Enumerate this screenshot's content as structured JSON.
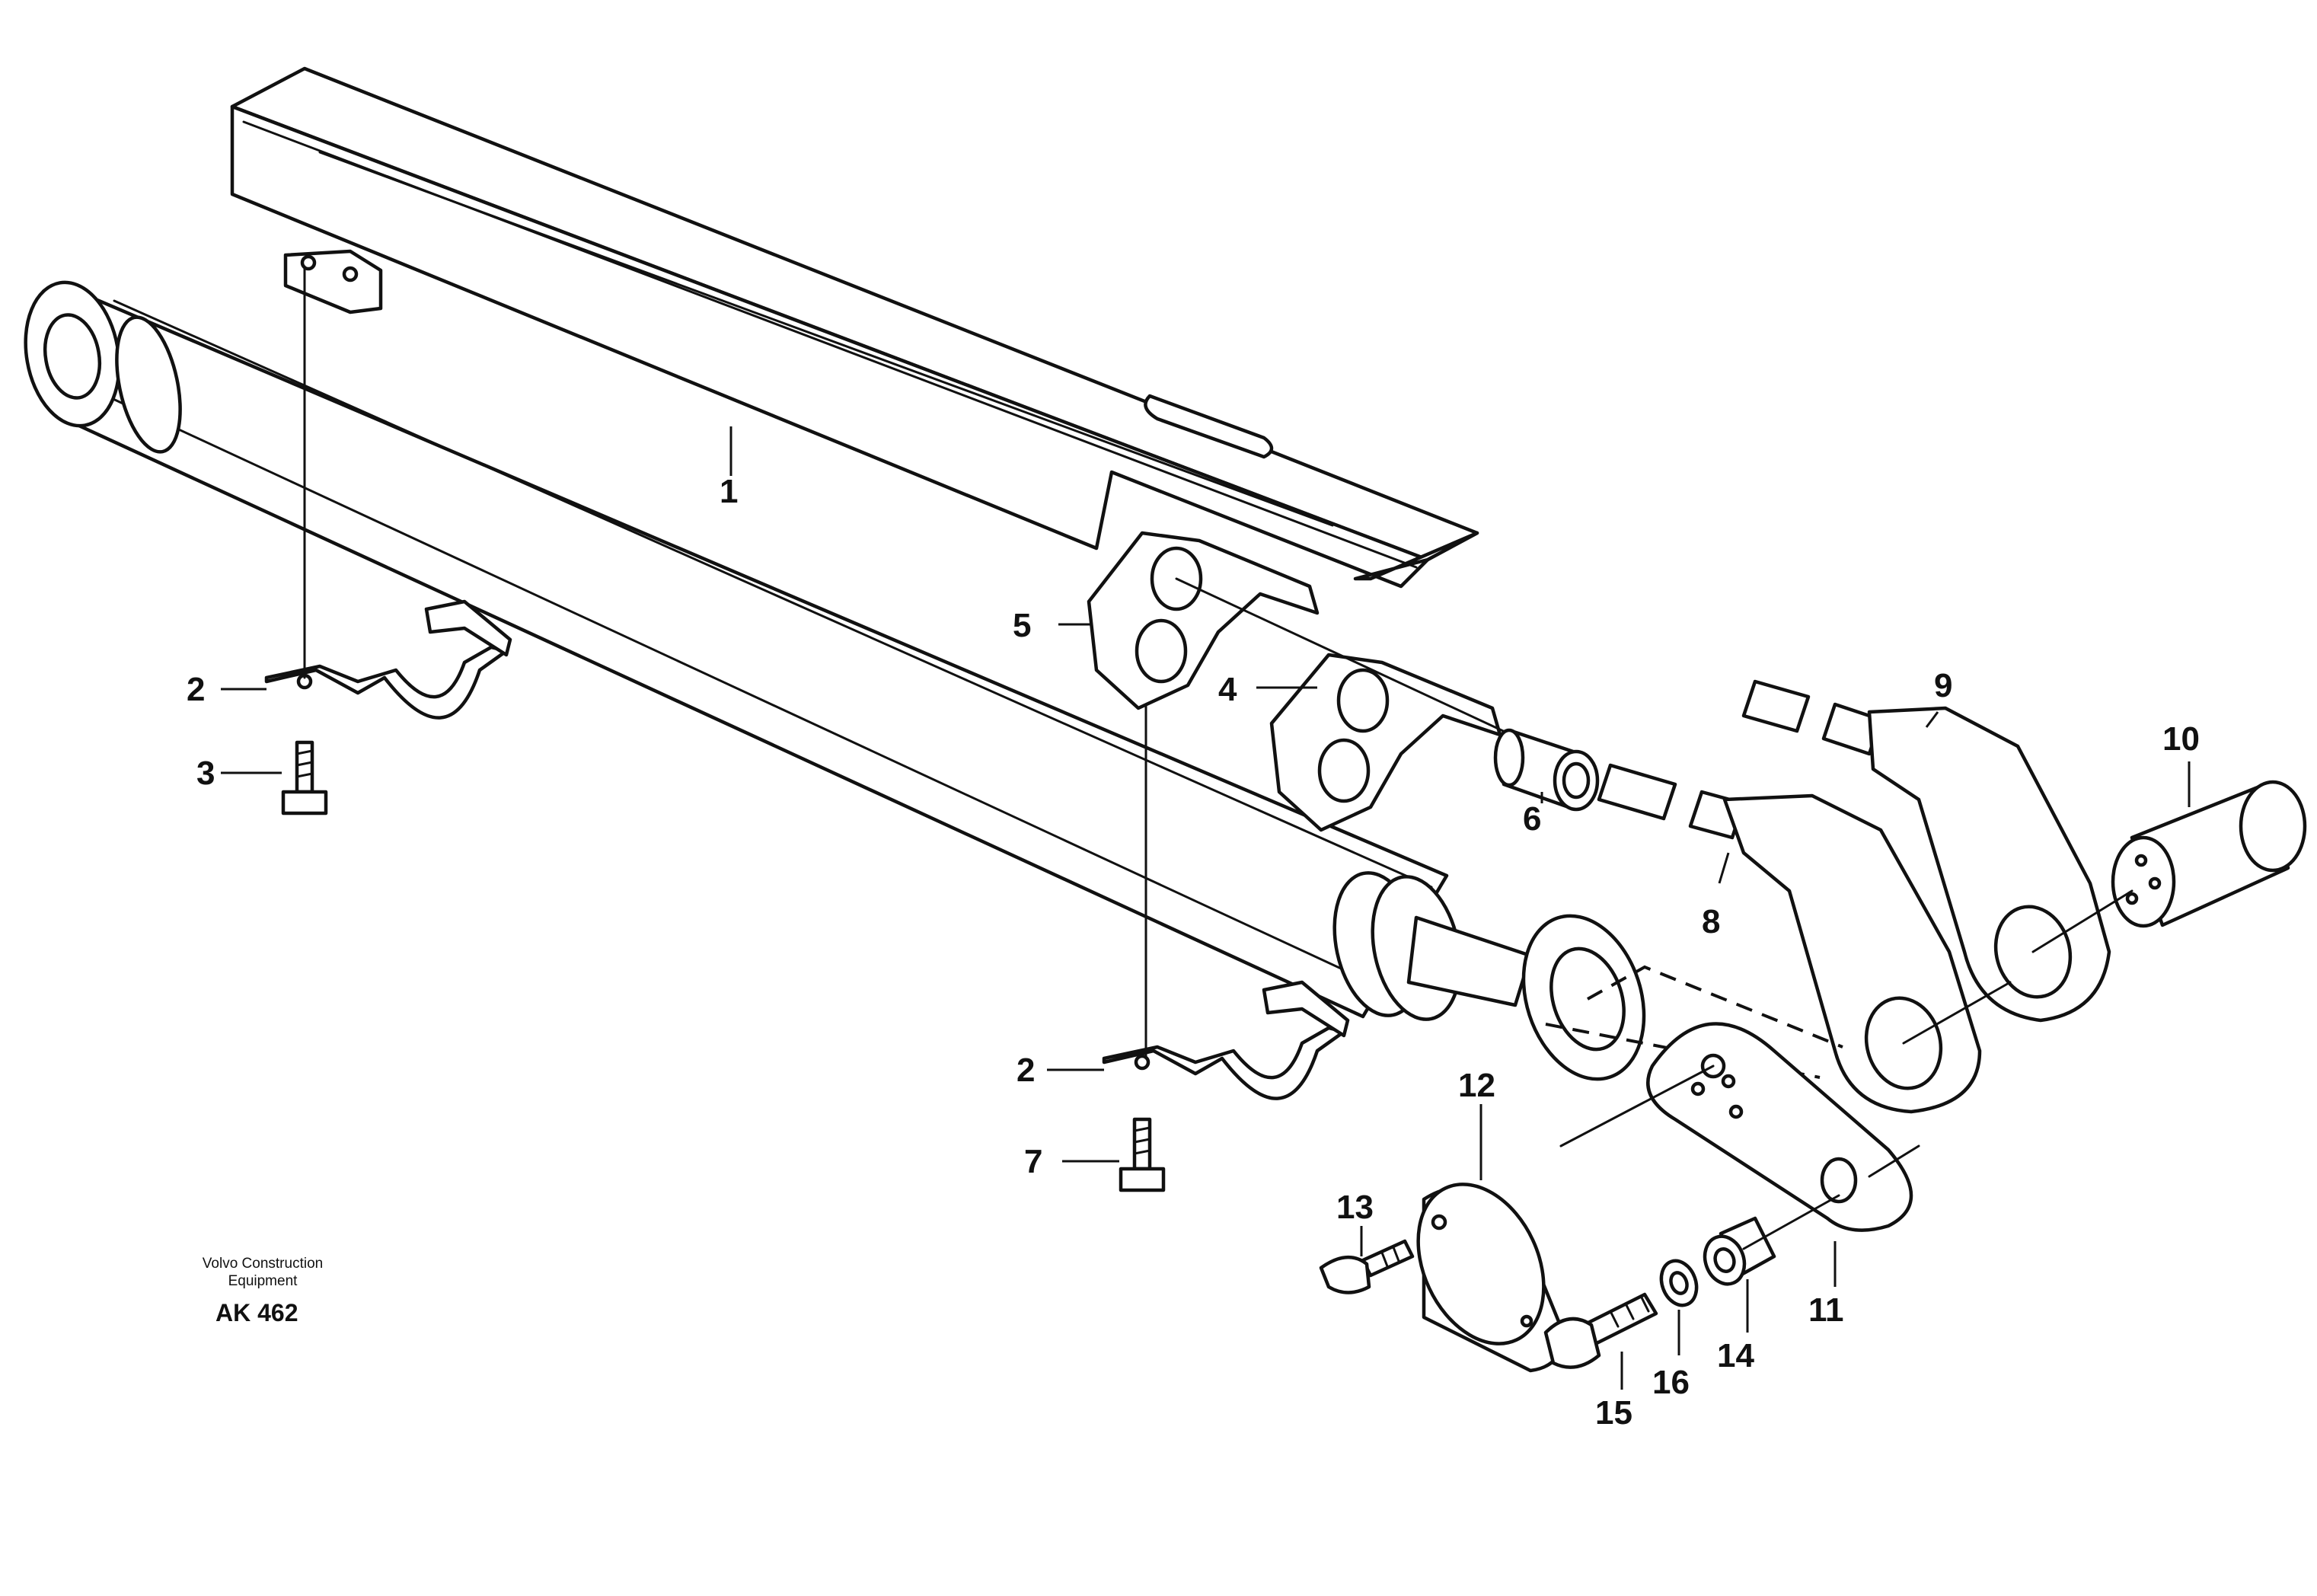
{
  "callouts": {
    "p1": "1",
    "p2a": "2",
    "p2b": "2",
    "p3": "3",
    "p4": "4",
    "p5": "5",
    "p6": "6",
    "p7": "7",
    "p8": "8",
    "p9": "9",
    "p10": "10",
    "p11": "11",
    "p12": "12",
    "p13": "13",
    "p14": "14",
    "p15": "15",
    "p16": "16"
  },
  "stamp": {
    "company_line1": "Volvo Construction",
    "company_line2": "Equipment",
    "code": "AK 462"
  },
  "colors": {
    "ink": "#111111",
    "paper": "#ffffff"
  }
}
